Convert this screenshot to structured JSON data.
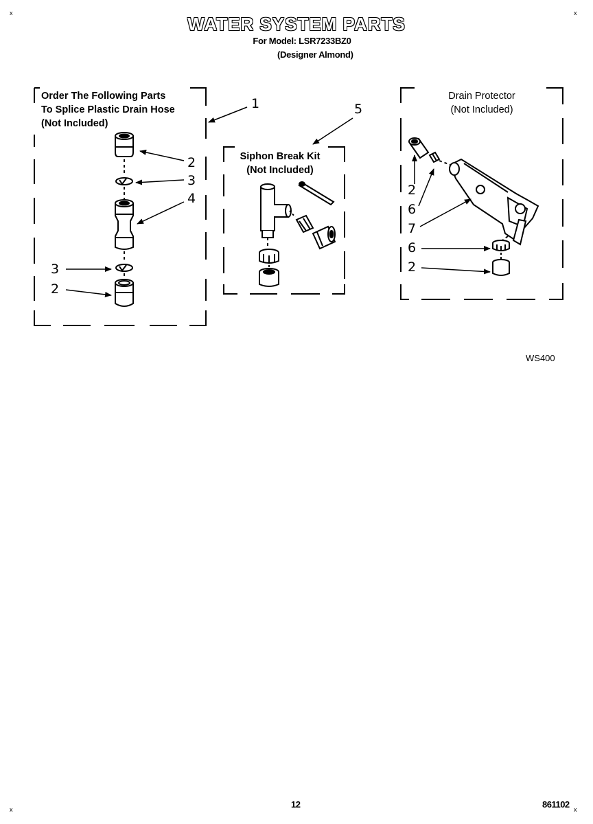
{
  "header": {
    "title": "WATER SYSTEM PARTS",
    "model_line": "For Model: LSR7233BZ0",
    "variant_line": "(Designer Almond)"
  },
  "boxes": {
    "splice": {
      "lines": [
        "Order The Following Parts",
        "To Splice Plastic Drain Hose",
        "(Not Included)"
      ]
    },
    "siphon": {
      "lines": [
        "Siphon Break Kit",
        "(Not Included)"
      ]
    },
    "drain": {
      "lines": [
        "Drain Protector",
        "(Not Included)"
      ]
    }
  },
  "callouts": {
    "splice_box": "1",
    "siphon_kit": "5",
    "splice_parts": [
      "2",
      "3",
      "4",
      "3",
      "2"
    ],
    "drain_parts": [
      "2",
      "6",
      "7",
      "6",
      "2"
    ]
  },
  "figure_code": "WS400",
  "footer": {
    "page_number": "12",
    "doc_number": "861102"
  },
  "corner_marks": [
    "x",
    "x",
    "x",
    "x"
  ]
}
